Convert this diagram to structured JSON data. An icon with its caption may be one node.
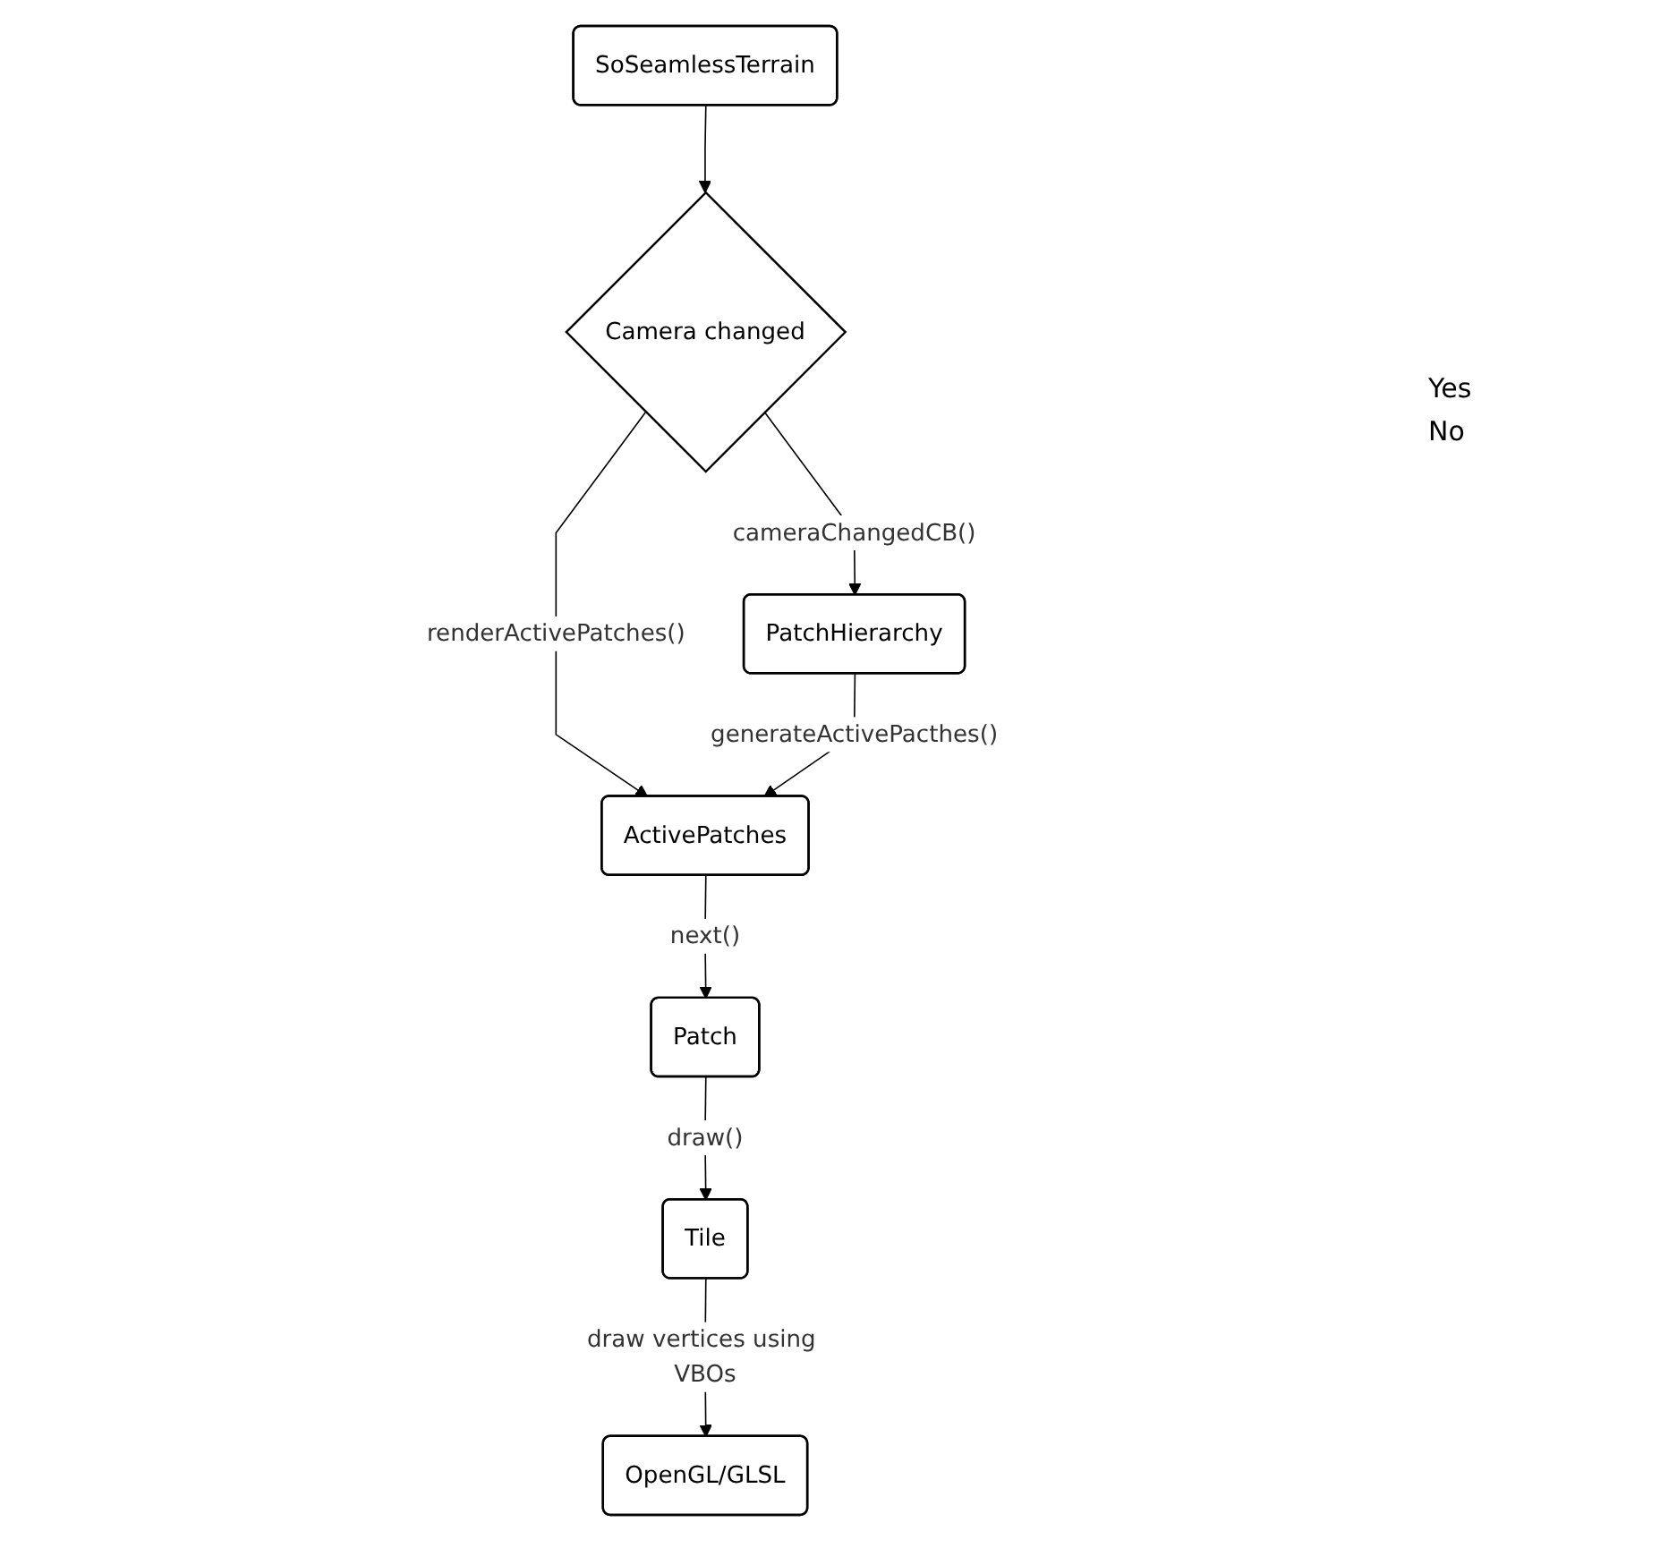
{
  "diagram": {
    "nodes": [
      {
        "text": [
          "SoSeamlessTerrain"
        ]
      },
      {
        "text": [
          "Camera changed"
        ]
      },
      {
        "text": [
          "PatchHierarchy"
        ]
      },
      {
        "text": [
          "ActivePatches"
        ]
      },
      {
        "text": [
          "Patch"
        ]
      },
      {
        "text": [
          "Tile"
        ]
      },
      {
        "text": [
          "OpenGL/GLSL"
        ]
      }
    ],
    "edges": [
      {
        "from": 0,
        "to": 1,
        "arrow": "to"
      },
      {
        "from": 1,
        "to": 2,
        "arrow": "to",
        "label": "cameraChangedCB()"
      },
      {
        "from": 1,
        "to": 3,
        "arrow": "to",
        "label": "renderActivePatches()"
      },
      {
        "from": 2,
        "to": 3,
        "arrow": "to",
        "label": "generateActivePacthes()"
      },
      {
        "from": 3,
        "to": 4,
        "arrow": "to",
        "label": "next()"
      },
      {
        "from": 4,
        "to": 5,
        "arrow": "to",
        "label": "draw()"
      },
      {
        "from": 5,
        "to": 6,
        "arrow": "to",
        "label": "draw vertices using VBOs"
      }
    ],
    "labels": [
      "Yes",
      "No"
    ]
  }
}
